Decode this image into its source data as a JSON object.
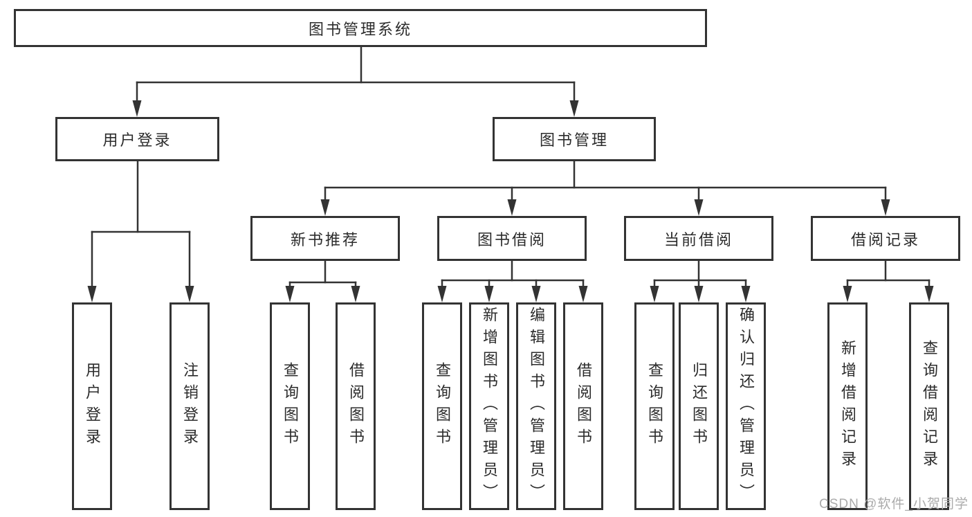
{
  "diagram_type": "hierarchy-tree",
  "tree": {
    "root": "图书管理系统",
    "children": [
      {
        "label": "用户登录",
        "children": [
          "用户登录",
          "注销登录"
        ]
      },
      {
        "label": "图书管理",
        "children": [
          {
            "label": "新书推荐",
            "children": [
              "查询图书",
              "借阅图书"
            ]
          },
          {
            "label": "图书借阅",
            "children": [
              "查询图书",
              "新增图书（管理员）",
              "编辑图书（管理员）",
              "借阅图书"
            ]
          },
          {
            "label": "当前借阅",
            "children": [
              "查询图书",
              "归还图书",
              "确认归还（管理员）"
            ]
          },
          {
            "label": "借阅记录",
            "children": [
              "新增借阅记录",
              "查询借阅记录"
            ]
          }
        ]
      }
    ]
  },
  "watermark": {
    "text": "CSDN @软件_小贺同学"
  },
  "colors": {
    "line": "#333333",
    "box_border": "#333333",
    "text": "#2b2b2b",
    "watermark_text": "#ababab",
    "background": "#ffffff"
  }
}
